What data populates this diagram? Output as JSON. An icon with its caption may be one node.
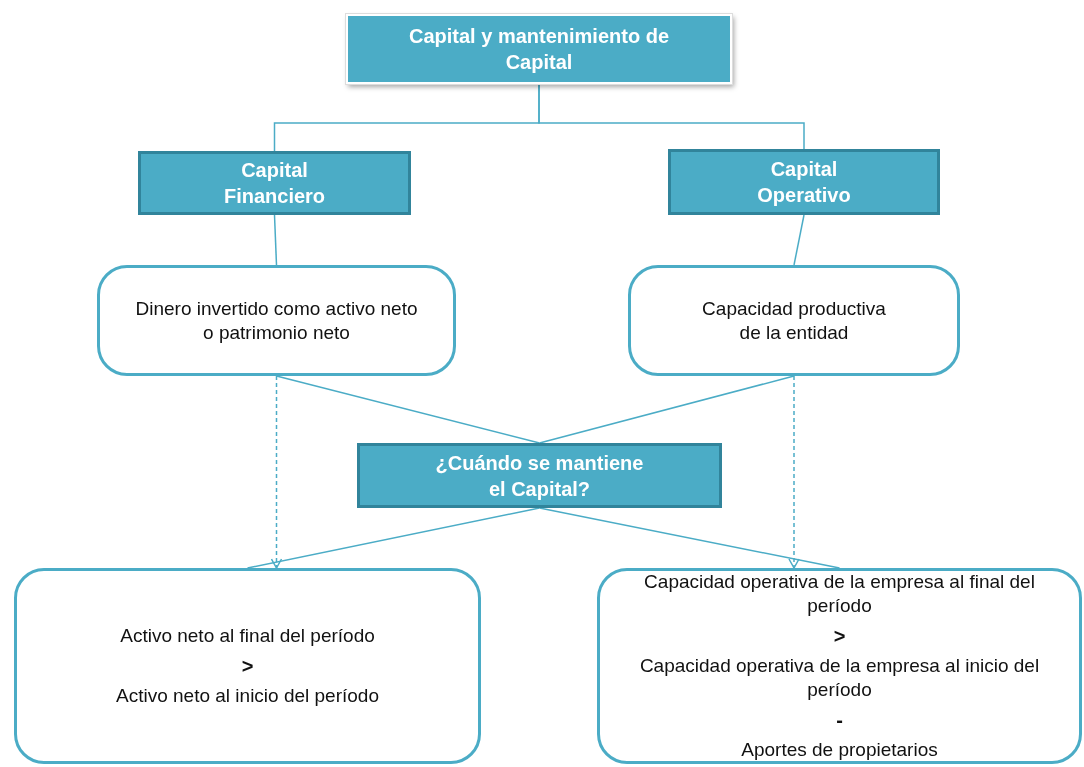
{
  "diagram": {
    "nodes": [
      {
        "text": [
          "Capital y mantenimiento de Capital"
        ]
      },
      {
        "text": [
          "Capital Financiero"
        ]
      },
      {
        "text": [
          "Capital Operativo"
        ]
      },
      {
        "text": [
          "Dinero invertido como activo neto o patrimonio neto"
        ]
      },
      {
        "text": [
          "Capacidad productiva de la entidad"
        ]
      },
      {
        "text": [
          "¿Cuándo se mantiene el Capital?"
        ]
      },
      {
        "text": [
          "Activo neto al final del período",
          ">",
          "Activo neto al inicio del período"
        ]
      },
      {
        "text": [
          "Capacidad operativa de la empresa al final del período",
          ">",
          "Capacidad operativa de la empresa al inicio del período",
          "-",
          "Aportes de propietarios"
        ]
      }
    ],
    "edges": [
      {
        "from": 0,
        "to": 1,
        "arrow": "none"
      },
      {
        "from": 0,
        "to": 2,
        "arrow": "none"
      },
      {
        "from": 1,
        "to": 3,
        "arrow": "none"
      },
      {
        "from": 2,
        "to": 4,
        "arrow": "none"
      },
      {
        "from": 3,
        "to": 5,
        "arrow": "none"
      },
      {
        "from": 4,
        "to": 5,
        "arrow": "none"
      },
      {
        "from": 5,
        "to": 6,
        "arrow": "none"
      },
      {
        "from": 5,
        "to": 7,
        "arrow": "none"
      },
      {
        "from": 3,
        "to": 6,
        "arrow": "to",
        "style": "dashed"
      },
      {
        "from": 4,
        "to": 7,
        "arrow": "to",
        "style": "dashed"
      }
    ]
  }
}
